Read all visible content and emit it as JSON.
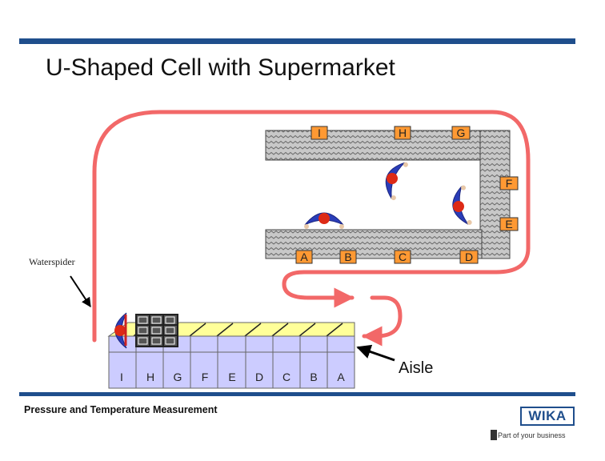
{
  "title": "U-Shaped Cell with Supermarket",
  "footer": "Pressure and Temperature Measurement",
  "logo": "WIKA",
  "tagline": "Part of your business",
  "labels": {
    "waterspider": "Waterspider",
    "aisle": "Aisle"
  },
  "station_labels": {
    "I": "I",
    "H": "H",
    "G": "G",
    "F": "F",
    "E": "E",
    "A": "A",
    "B": "B",
    "C": "C",
    "D": "D"
  },
  "supermarket_lanes": [
    "I",
    "H",
    "G",
    "F",
    "E",
    "D",
    "C",
    "B",
    "A"
  ],
  "colors": {
    "brand": "#1f4e8c",
    "route": "#f26868",
    "station_tag": "#ff9933",
    "shelf_top": "#ffff99",
    "shelf_front": "#ccccff",
    "operator_body": "#2a3db8",
    "operator_head": "#dd2a16"
  }
}
